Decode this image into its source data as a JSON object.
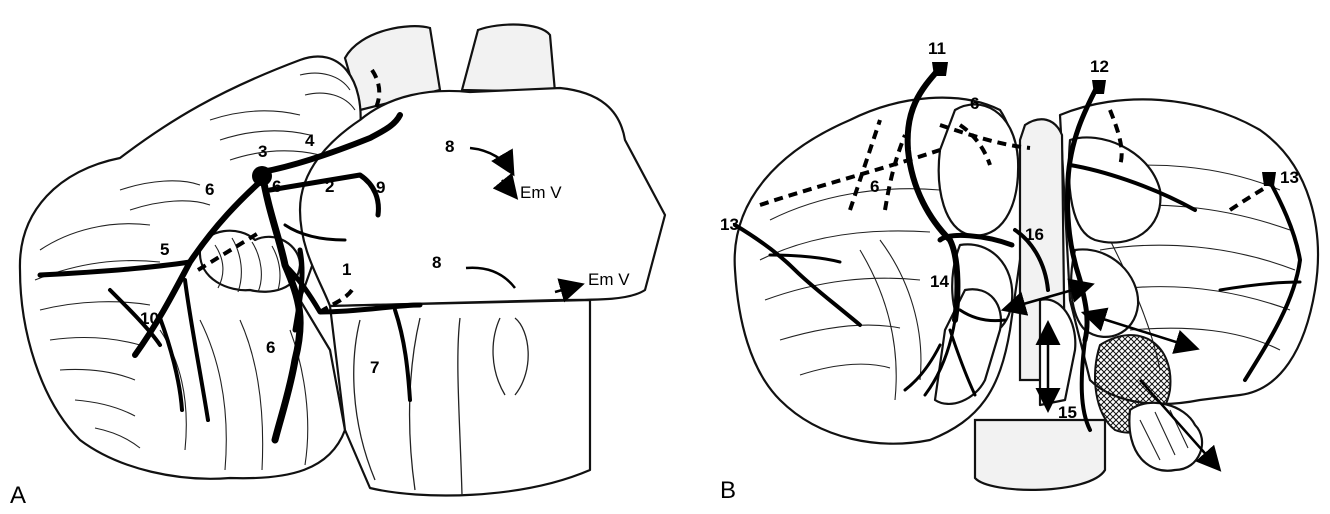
{
  "panel_a": {
    "letter": "A",
    "labels": [
      "1",
      "2",
      "3",
      "4",
      "5",
      "6",
      "6",
      "6",
      "7",
      "8",
      "8",
      "9",
      "10"
    ],
    "em_v_upper": "Em V",
    "em_v_lower": "Em V"
  },
  "panel_b": {
    "letter": "B",
    "labels": [
      "11",
      "12",
      "13",
      "13",
      "14",
      "15",
      "16",
      "6",
      "6"
    ]
  }
}
